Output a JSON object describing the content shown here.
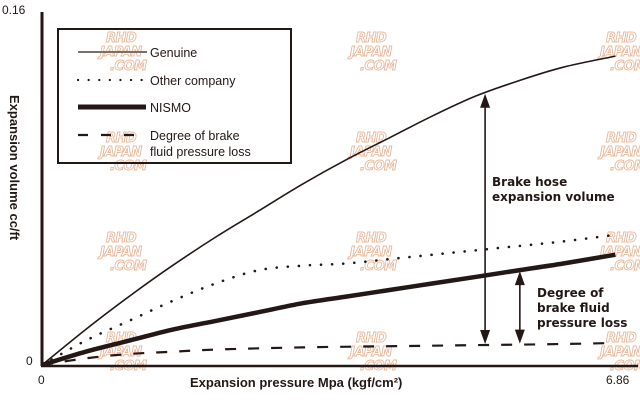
{
  "chart_data": {
    "type": "line",
    "title": "",
    "xlabel": "Expansion pressure Mpa (kgf/cm²)",
    "ylabel": "Expansion volume cc/ft",
    "xlim": [
      0,
      6.86
    ],
    "ylim": [
      0,
      0.16
    ],
    "x_ticks": [
      "0",
      "6.86"
    ],
    "y_ticks": [
      "0",
      "0.16"
    ],
    "grid": false,
    "legend": {
      "placement": "top-left",
      "entries": [
        {
          "label": "Genuine",
          "style": "thin-solid"
        },
        {
          "label": "Other company",
          "style": "dotted"
        },
        {
          "label": "NISMO",
          "style": "thick-solid"
        },
        {
          "label_lines": [
            "Degree of brake",
            "fluid  pressure loss"
          ],
          "style": "dashed"
        }
      ]
    },
    "series": [
      {
        "name": "Genuine",
        "style": "thin-solid",
        "x": [
          0,
          0.5,
          1.0,
          1.5,
          2.0,
          2.5,
          3.0,
          3.5,
          4.0,
          4.5,
          5.0,
          5.5,
          6.0,
          6.6
        ],
        "y": [
          0,
          0.016,
          0.031,
          0.045,
          0.058,
          0.07,
          0.082,
          0.093,
          0.103,
          0.113,
          0.122,
          0.129,
          0.135,
          0.14
        ]
      },
      {
        "name": "Other company",
        "style": "dotted",
        "x": [
          0,
          0.5,
          1.0,
          1.5,
          2.0,
          2.5,
          3.0,
          3.5,
          4.0,
          4.5,
          5.0,
          5.5,
          6.0,
          6.6
        ],
        "y": [
          0,
          0.011,
          0.02,
          0.029,
          0.037,
          0.043,
          0.045,
          0.046,
          0.048,
          0.05,
          0.052,
          0.054,
          0.056,
          0.059
        ]
      },
      {
        "name": "NISMO",
        "style": "thick-solid",
        "x": [
          0,
          0.5,
          1.0,
          1.5,
          2.0,
          2.5,
          3.0,
          3.5,
          4.0,
          4.5,
          5.0,
          5.5,
          6.0,
          6.6
        ],
        "y": [
          0,
          0.006,
          0.011,
          0.016,
          0.02,
          0.024,
          0.028,
          0.031,
          0.034,
          0.037,
          0.04,
          0.043,
          0.046,
          0.05
        ]
      },
      {
        "name": "Degree of brake fluid pressure loss",
        "style": "dashed",
        "x": [
          0,
          0.5,
          1.0,
          1.5,
          2.0,
          3.0,
          4.0,
          5.0,
          6.0,
          6.6
        ],
        "y": [
          0,
          0.003,
          0.005,
          0.006,
          0.007,
          0.008,
          0.0085,
          0.009,
          0.0095,
          0.01
        ]
      }
    ],
    "annotations": [
      {
        "text_lines": [
          "Brake hose",
          "expansion volume"
        ],
        "arrow": "double-vertical",
        "x": 5.1,
        "from_series": "Genuine",
        "to_series": "Degree of brake fluid pressure loss"
      },
      {
        "text_lines": [
          "Degree of",
          "brake fluid",
          "pressure loss"
        ],
        "arrow": "double-vertical",
        "x": 5.5,
        "from_series": "NISMO",
        "to_series": "Degree of brake fluid pressure loss"
      }
    ],
    "watermark": {
      "lines": [
        "RHD",
        "JAPAN",
        ".COM"
      ],
      "color": "#e8b89a"
    }
  }
}
